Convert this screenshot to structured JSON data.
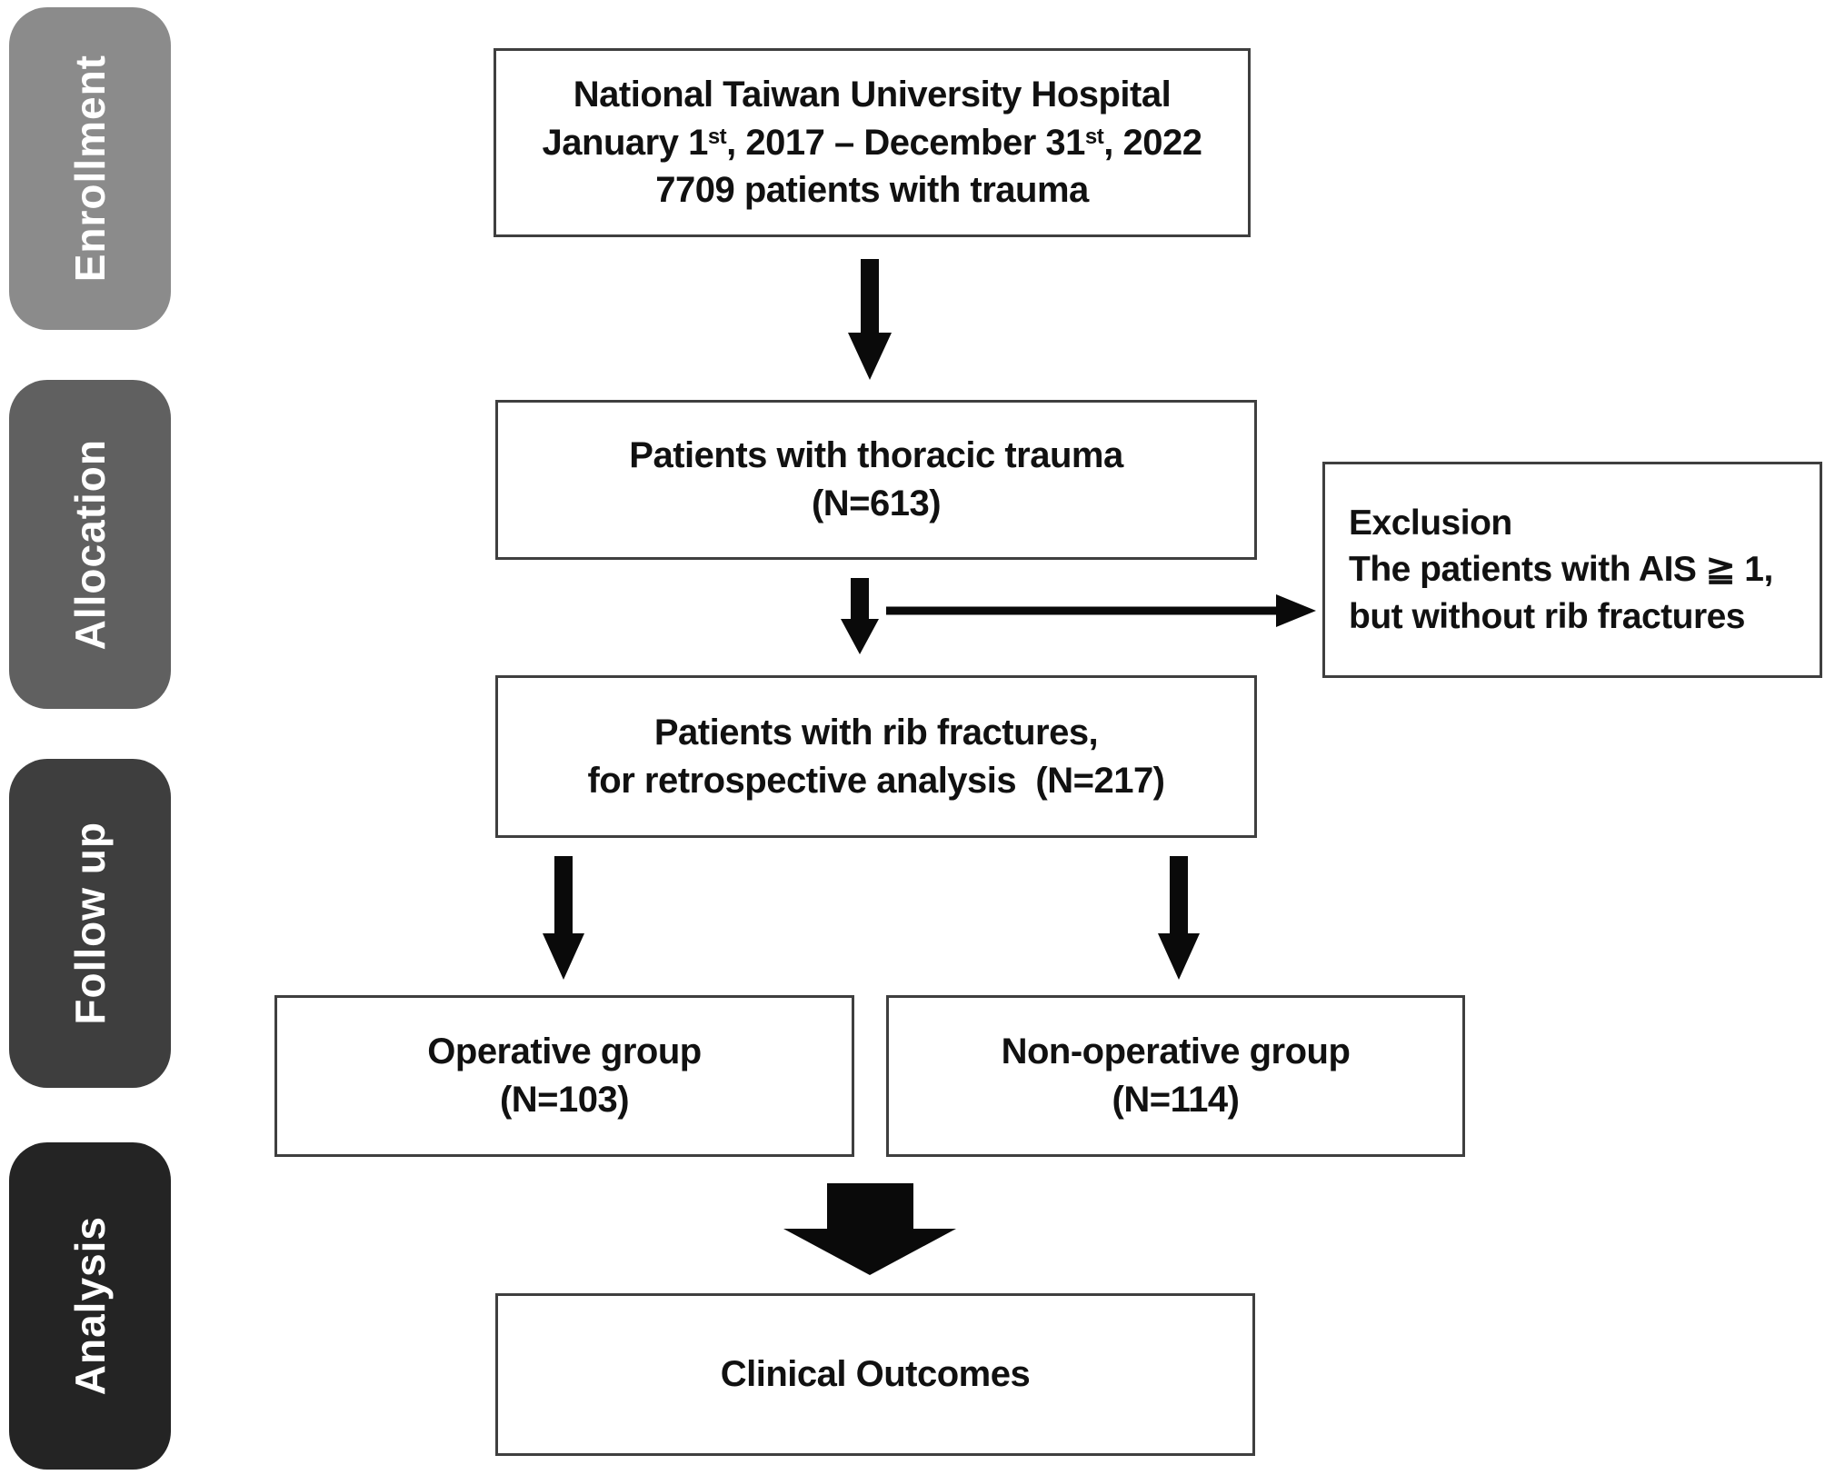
{
  "sidebar": {
    "stages": [
      {
        "label": "Enrollment",
        "color": "#8b8b8b"
      },
      {
        "label": "Allocation",
        "color": "#606060"
      },
      {
        "label": "Follow up",
        "color": "#3e3e3e"
      },
      {
        "label": "Analysis",
        "color": "#242424"
      }
    ]
  },
  "boxes": {
    "enrollment": {
      "line1": "National Taiwan University Hospital",
      "date_parts": [
        "January 1",
        "st",
        ", 2017 – December 31",
        "st",
        ", 2022"
      ],
      "line3": "7709 patients with trauma"
    },
    "thoracic": {
      "line1": "Patients with thoracic trauma",
      "line2": "(N=613)"
    },
    "exclusion": {
      "line1": "Exclusion",
      "line2": "The patients with AIS ≧ 1,",
      "line3": "but without rib fractures"
    },
    "rib_fractures": {
      "line1": "Patients with rib fractures,",
      "line2": "for retrospective analysis  (N=217)"
    },
    "operative": {
      "line1": "Operative group",
      "line2": "(N=103)"
    },
    "non_operative": {
      "line1": "Non-operative group",
      "line2": "(N=114)"
    },
    "outcomes": {
      "line1": "Clinical Outcomes"
    }
  },
  "colors": {
    "box_border": "#3f3f3f",
    "arrow": "#0a0a0a",
    "text": "#111111",
    "background": "#ffffff"
  }
}
